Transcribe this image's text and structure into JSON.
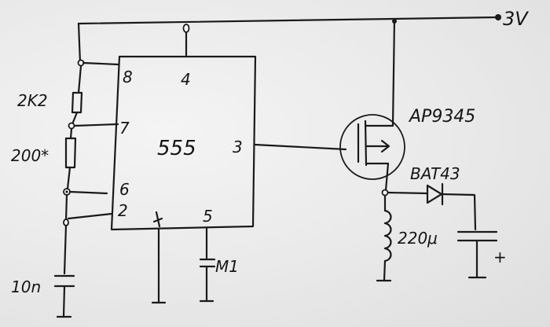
{
  "labels": {
    "supply": "3V",
    "pin8": "8",
    "pin4": "4",
    "pin7": "7",
    "pin3": "3",
    "pin6": "6",
    "pin2": "2",
    "pin5": "5",
    "chip": "555",
    "r1": "2K2",
    "r2": "200*",
    "c_timing": "10n",
    "c_control": "M1",
    "mosfet": "AP9345",
    "diode": "BAT43",
    "inductor": "220μ",
    "cap_polarity": "+"
  },
  "colors": {
    "ink": "#1a1a1a",
    "paper": "#ececec"
  }
}
